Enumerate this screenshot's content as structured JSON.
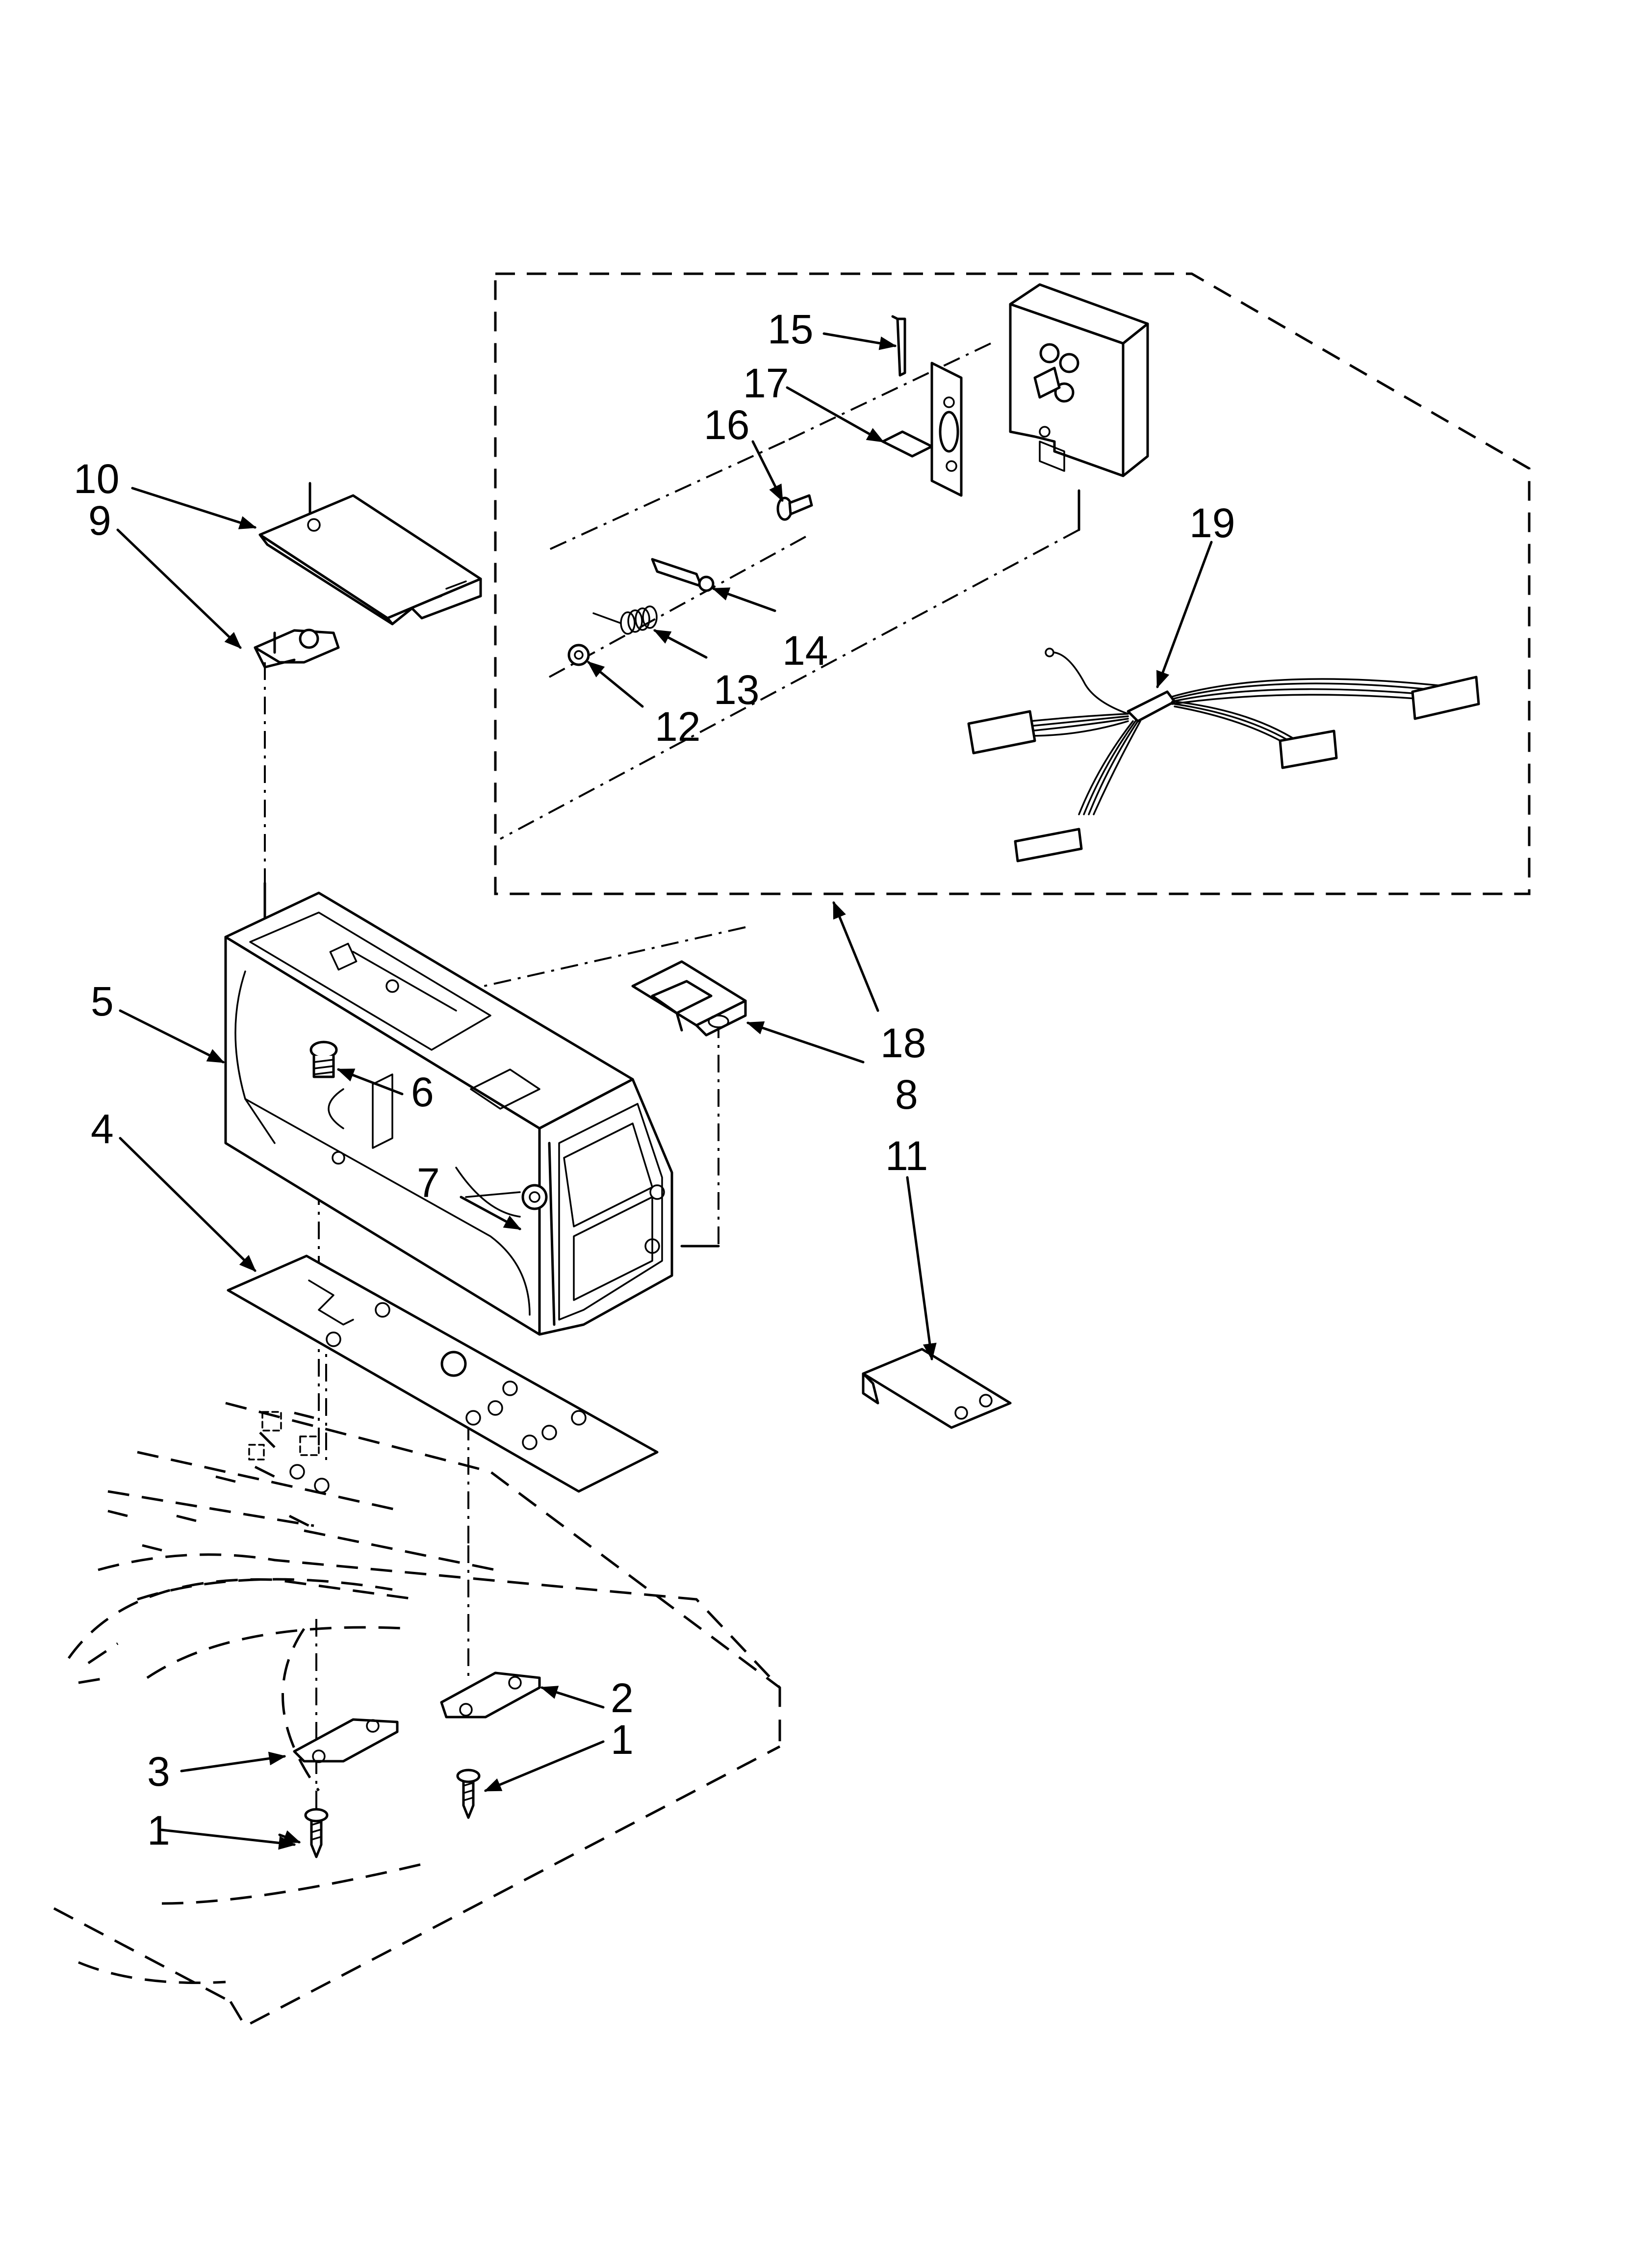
{
  "callouts": [
    {
      "id": "c1a",
      "label": "1"
    },
    {
      "id": "c1b",
      "label": "1"
    },
    {
      "id": "c2",
      "label": "2"
    },
    {
      "id": "c3",
      "label": "3"
    },
    {
      "id": "c4",
      "label": "4"
    },
    {
      "id": "c5",
      "label": "5"
    },
    {
      "id": "c6",
      "label": "6"
    },
    {
      "id": "c7",
      "label": "7"
    },
    {
      "id": "c8",
      "label": "8"
    },
    {
      "id": "c9",
      "label": "9"
    },
    {
      "id": "c10",
      "label": "10"
    },
    {
      "id": "c11",
      "label": "11"
    },
    {
      "id": "c12",
      "label": "12"
    },
    {
      "id": "c13",
      "label": "13"
    },
    {
      "id": "c14",
      "label": "14"
    },
    {
      "id": "c15",
      "label": "15"
    },
    {
      "id": "c16",
      "label": "16"
    },
    {
      "id": "c17",
      "label": "17"
    },
    {
      "id": "c18",
      "label": "18"
    },
    {
      "id": "c19",
      "label": "19"
    }
  ]
}
